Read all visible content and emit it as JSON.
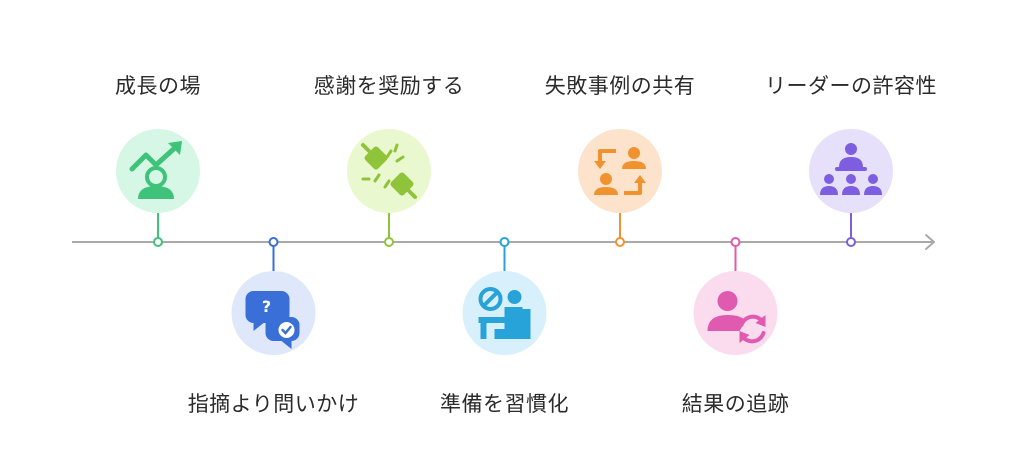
{
  "colors": {
    "axis": "#a9a9a9",
    "text": "#2b2b2b"
  },
  "steps": [
    {
      "label": "成長の場",
      "position": "top",
      "icon": "growth-chart-person-icon",
      "color": "#3fc27a",
      "bg": "#d7f7e6"
    },
    {
      "label": "指摘より問いかけ",
      "position": "bottom",
      "icon": "question-chat-bubbles-icon",
      "color": "#3a6fd8",
      "bg": "#dfe8fb"
    },
    {
      "label": "感謝を奨励する",
      "position": "top",
      "icon": "plug-connect-icon",
      "color": "#8fc43a",
      "bg": "#eaf8cf"
    },
    {
      "label": "準備を習慣化",
      "position": "bottom",
      "icon": "desk-no-sign-person-icon",
      "color": "#27a3da",
      "bg": "#d7f0fb"
    },
    {
      "label": "失敗事例の共有",
      "position": "top",
      "icon": "people-exchange-arrows-icon",
      "color": "#f0932e",
      "bg": "#fde3cc"
    },
    {
      "label": "結果の追跡",
      "position": "bottom",
      "icon": "person-refresh-icon",
      "color": "#e05ab0",
      "bg": "#fbdcef"
    },
    {
      "label": "リーダーの許容性",
      "position": "top",
      "icon": "leader-team-icon",
      "color": "#7e5ee0",
      "bg": "#e6e0fa"
    }
  ]
}
